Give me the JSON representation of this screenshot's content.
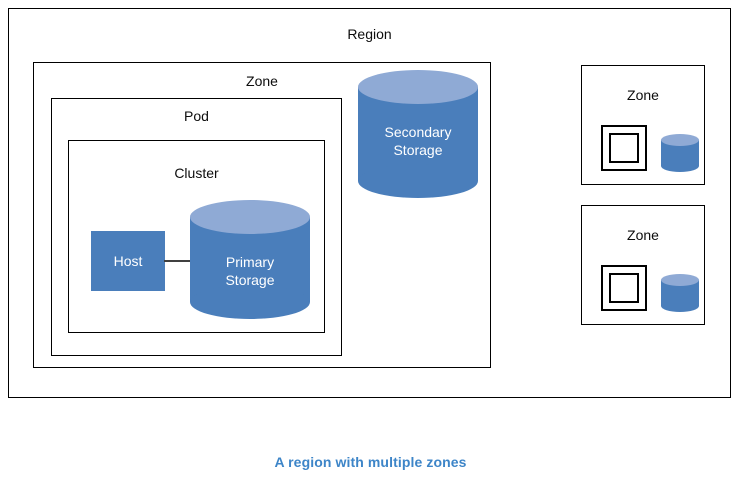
{
  "caption": "A region with multiple zones",
  "colors": {
    "shape_fill": "#4a7ebb",
    "shape_top": "#8faad5",
    "border": "#000000",
    "label_text": "#0d0d0d",
    "shape_text": "#ffffff",
    "caption_text": "#3d85c8"
  },
  "region": {
    "label": "Region",
    "zone": {
      "label": "Zone",
      "pod": {
        "label": "Pod",
        "cluster": {
          "label": "Cluster",
          "host": {
            "label": "Host"
          },
          "primary_storage": {
            "line1": "Primary",
            "line2": "Storage"
          }
        }
      },
      "secondary_storage": {
        "line1": "Secondary",
        "line2": "Storage"
      }
    },
    "other_zones": [
      {
        "label": "Zone"
      },
      {
        "label": "Zone"
      }
    ]
  }
}
